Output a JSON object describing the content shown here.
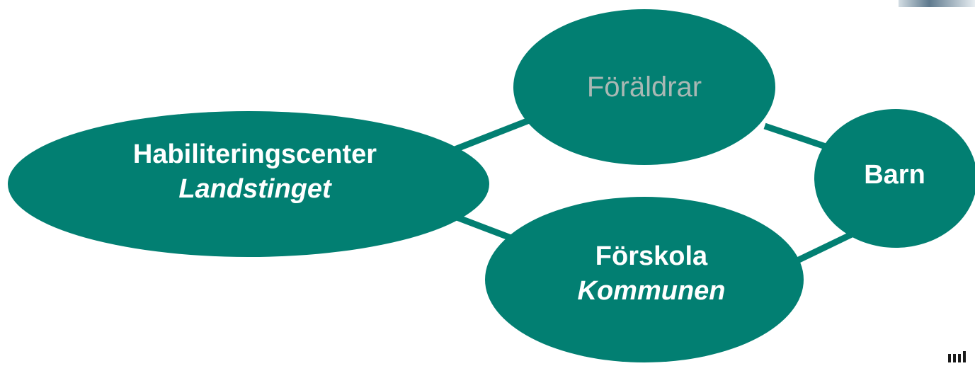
{
  "diagram": {
    "nodes": {
      "foraldrar": {
        "title": "Föräldrar",
        "subtitle": ""
      },
      "habcenter": {
        "title": "Habiliteringscenter",
        "subtitle": "Landstinget"
      },
      "barn": {
        "title": "Barn",
        "subtitle": ""
      },
      "forskola": {
        "title": "Förskola",
        "subtitle": "Kommunen"
      }
    },
    "edges": [
      {
        "from": "habcenter",
        "to": "foraldrar"
      },
      {
        "from": "habcenter",
        "to": "forskola"
      },
      {
        "from": "foraldrar",
        "to": "barn"
      },
      {
        "from": "forskola",
        "to": "barn"
      }
    ]
  },
  "colors": {
    "node_fill": "#027f72",
    "edge": "#027f72",
    "label": "#ffffff",
    "muted_label": "#a9b8b4"
  }
}
